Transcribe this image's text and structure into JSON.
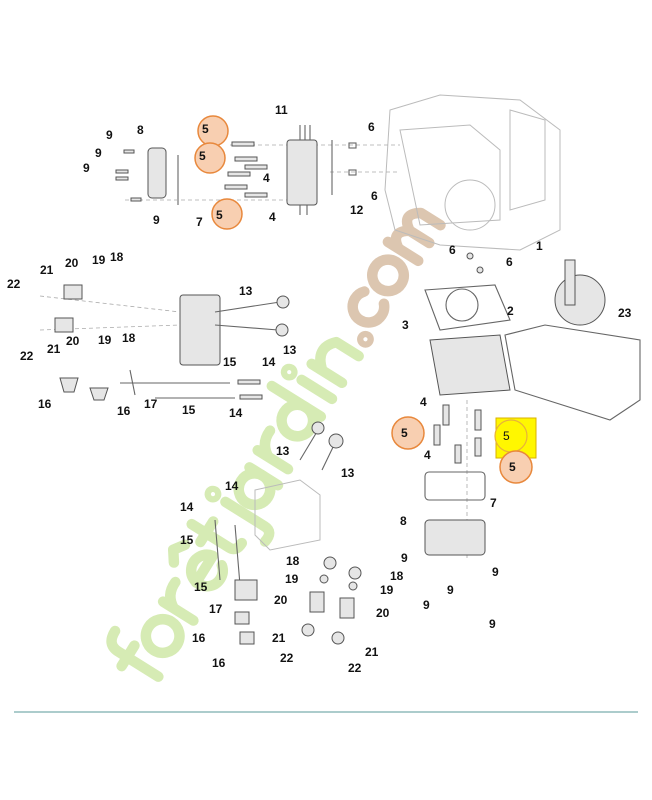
{
  "diagram": {
    "watermark": "forêt-jardin.com",
    "callouts_top": [
      "11",
      "9",
      "8",
      "6",
      "9",
      "9",
      "5",
      "5",
      "5",
      "4",
      "4",
      "9",
      "7",
      "12",
      "6"
    ],
    "callouts_mid_left": [
      "22",
      "21",
      "20",
      "19",
      "18",
      "13",
      "13",
      "22",
      "21",
      "20",
      "19",
      "18",
      "15",
      "14",
      "16",
      "16",
      "17",
      "15",
      "14"
    ],
    "callouts_right": [
      "1",
      "6",
      "6",
      "2",
      "23",
      "3",
      "4",
      "5",
      "5",
      "4",
      "5",
      "7",
      "8",
      "9",
      "9",
      "9",
      "9",
      "9"
    ],
    "callouts_bottom": [
      "13",
      "13",
      "14",
      "14",
      "15",
      "18",
      "19",
      "20",
      "15",
      "17",
      "16",
      "16",
      "21",
      "22",
      "18",
      "19",
      "20",
      "21",
      "22"
    ],
    "colors": {
      "highlight": "#f8cfb1",
      "highlight_border": "#e8883c",
      "selected": "#fff700",
      "watermark_green": "#c8e39a",
      "watermark_brown": "#c9a989"
    }
  }
}
